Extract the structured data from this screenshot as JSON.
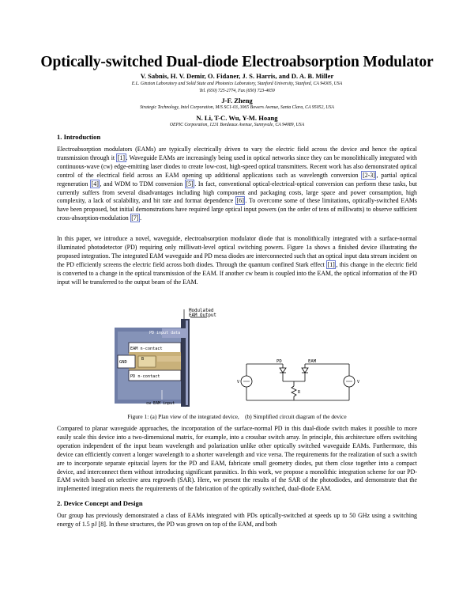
{
  "title": "Optically-switched Dual-diode Electroabsorption Modulator",
  "author_groups": [
    {
      "authors": "V. Sabnis, H. V. Demir, O. Fidaner, J. S. Harris, and D. A. B. Miller",
      "affiliation": "E.L. Ginzton Laboratory and Solid State and Photonics Laboratory, Stanford University, Stanford, CA 94305, USA",
      "contact": "Tel. (650) 725-2774, Fax (650) 723-4659"
    },
    {
      "authors": "J-F. Zheng",
      "affiliation": "Strategic Technology, Intel Corporation, M/S SC1-03, 3065 Bowers Avenue, Santa Clara, CA 95052, USA"
    },
    {
      "authors": "N. Li, T-C. Wu, Y-M. Hoang",
      "affiliation": "OEPIC Corporation, 1231 Bordeaux Avenue, Sunnyvale, CA 94089, USA"
    }
  ],
  "section1": {
    "heading": "1. Introduction",
    "p1": {
      "a": "Electroabsorption modulators (EAMs) are typically electrically driven to vary the electric field across the device and hence the optical transmission through it ",
      "c1": "[1]",
      "b": ". Waveguide EAMs are increasingly being used in optical networks since they can be monolithically integrated with continuous-wave (cw) edge-emitting laser diodes to create low-cost, high-speed optical transmitters. Recent work has also demonstrated optical control of the electrical field across an EAM opening up additional applications such as wavelength conversion ",
      "c2": "[2-3]",
      "c": ", partial optical regeneration ",
      "c3": "[4]",
      "d": ", and WDM to TDM conversion ",
      "c4": "[5]",
      "e": ". In fact, conventional optical-electrical-optical conversion can perform these tasks, but currently suffers from several disadvantages including high component and packaging costs, large space and power consumption, high complexity, a lack of scalability, and bit rate and format dependence ",
      "c5": "[6]",
      "f": ". To overcome some of these limitations, optically-switched EAMs have been proposed, but initial demonstrations have required large optical input powers (on the order of tens of milliwatts) to observe sufficient cross-absorption-modulation ",
      "c6": "[7]",
      "g": "."
    },
    "p2": {
      "a": "In this paper, we introduce a novel, waveguide, electroabsorption modulator diode that is monolithically integrated with a surface-normal illuminated photodetector (PD) requiring only milliwatt-level optical switching powers. Figure 1a shows a finished device illustrating the proposed integration. The integrated EAM waveguide and PD mesa diodes are interconnected such that an optical input data stream incident on the PD efficiently screens the electric field across both diodes. Through the quantum confined Stark effect ",
      "c1": "[1]",
      "b": ", this change in the electric field is converted to a change in the optical transmission of the EAM. If another cw beam is coupled into the EAM, the optical information of the PD input will be transferred to the output beam of the EAM."
    }
  },
  "figure": {
    "a_labels": {
      "modulated": "Modulated",
      "eam_output": "EAM Output",
      "pd_input": "PD input data",
      "eam_n": "EAM n-contact",
      "gnd": "GND",
      "b_label": "B",
      "pd_n": "PD n-contact",
      "cw_input": "cw EAM input"
    },
    "b_labels": {
      "pd": "PD",
      "eam": "EAM",
      "r": "R",
      "v_left": "V",
      "v_right": "V"
    },
    "caption": "Figure 1: (a) Plan view of the integrated device,    (b) Simplified circuit diagram of the device"
  },
  "p3": "Compared to planar waveguide approaches, the incorporation of the surface-normal PD in this dual-diode switch makes it possible to more easily scale this device into a two-dimensional matrix, for example, into a crossbar switch array. In principle, this architecture offers switching operation independent of the input beam wavelength and polarization unlike other optically switched waveguide EAMs. Furthermore, this device can efficiently convert a longer wavelength to a shorter wavelength and vice versa. The requirements for the realization of such a switch are to incorporate separate epitaxial layers for the PD and EAM, fabricate small geometry diodes, put them close together into a compact device, and interconnect them without introducing significant parasitics. In this work, we propose a monolithic integration scheme for our PD-EAM switch based on selective area regrowth (SAR). Here, we present the results of the SAR of the photodiodes, and demonstrate that the implemented integration meets the requirements of the fabrication of the optically switched, dual-diode EAM.",
  "section2": {
    "heading": "2. Device Concept and Design",
    "p1": "Our group has previously demonstrated a class of EAMs integrated with PDs optically-switched at speeds up to 50 GHz using a switching energy of 1.5 pJ [8]. In these structures, the PD was grown on top of the EAM, and both"
  }
}
